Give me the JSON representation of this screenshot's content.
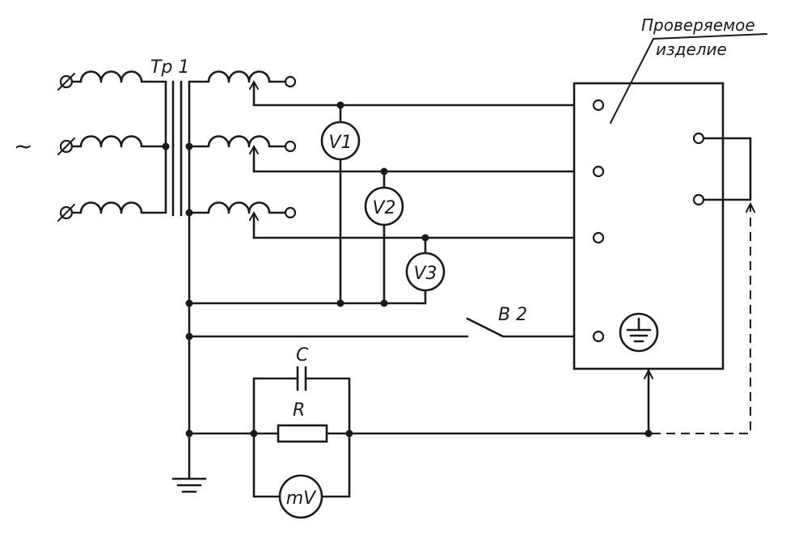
{
  "source_symbol": "~",
  "transformer_label": "Тр 1",
  "voltmeters": [
    "V1",
    "V2",
    "V3"
  ],
  "millivoltmeter": "mV",
  "switch_label": "В 2",
  "capacitor_label": "C",
  "resistor_label": "R",
  "device_label_line1": "Проверяемое",
  "device_label_line2": "изделие"
}
